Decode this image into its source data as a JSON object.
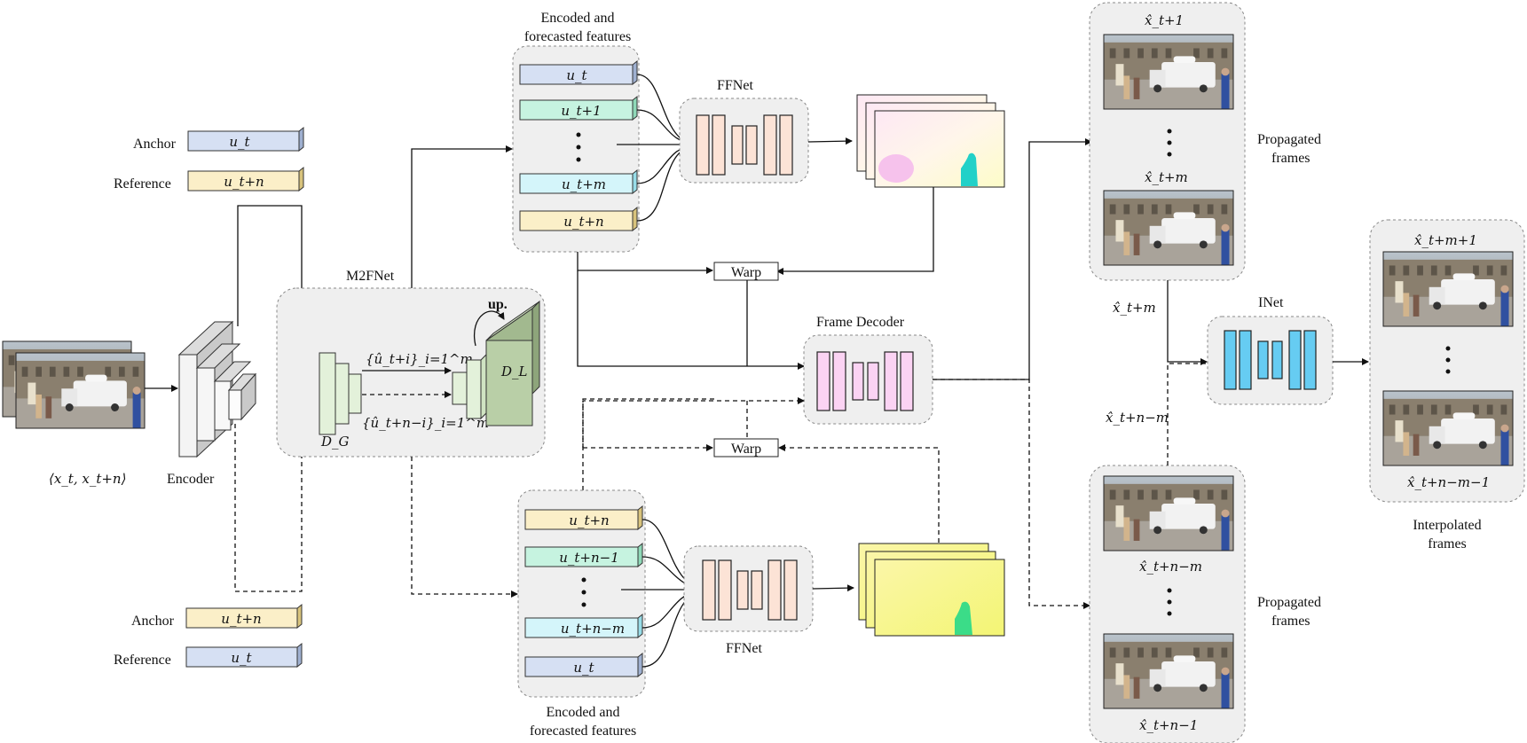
{
  "labels": {
    "encoded_top": [
      "Encoded and",
      "forecasted features"
    ],
    "encoded_bottom": [
      "Encoded and",
      "forecasted features"
    ],
    "ffnet_top": "FFNet",
    "ffnet_bottom": "FFNet",
    "m2fnet": "M2FNet",
    "frame_decoder": "Frame Decoder",
    "inet": "INet",
    "encoder": "Encoder",
    "warp_top": "Warp",
    "warp_bottom": "Warp",
    "up": "up.",
    "anchor_top": "Anchor",
    "reference_top": "Reference",
    "anchor_bottom": "Anchor",
    "reference_bottom": "Reference",
    "propagated_top": [
      "Propagated",
      "frames"
    ],
    "propagated_bottom": [
      "Propagated",
      "frames"
    ],
    "interpolated": [
      "Interpolated",
      "frames"
    ]
  },
  "math": {
    "input_pair": "⟨x_t, x_t+n⟩",
    "anchor_top_feat": "u_t",
    "reference_top_feat": "u_t+n",
    "anchor_bottom_feat": "u_t+n",
    "reference_bottom_feat": "u_t",
    "dg": "D_G",
    "dl": "D_L",
    "forward_set": "{û_t+i}_i=1^m",
    "backward_set": "{û_t+n−i}_i=1^m",
    "top_feats": [
      "u_t",
      "u_t+1",
      "u_t+m",
      "u_t+n"
    ],
    "bottom_feats": [
      "u_t+n",
      "u_t+n−1",
      "u_t+n−m",
      "u_t"
    ],
    "prop_top": [
      "x̂_t+1",
      "x̂_t+m"
    ],
    "prop_bottom": [
      "x̂_t+n−m",
      "x̂_t+n−1"
    ],
    "interp": [
      "x̂_t+m+1",
      "x̂_t+n−m−1"
    ],
    "x_tm": "x̂_t+m",
    "x_tnm": "x̂_t+n−m"
  },
  "colors": {
    "feat_blue": "#d6e0f3",
    "feat_yellow": "#fbefc8",
    "feat_green": "#c6f3e0",
    "feat_cyan": "#d4f5fa",
    "ffnet_bar": "#fce3d6",
    "decoder_bar": "#fbd3f3",
    "inet_bar": "#66ccf2",
    "dg_green": "#e3f1da",
    "dl_green": "#b9cfa7"
  }
}
